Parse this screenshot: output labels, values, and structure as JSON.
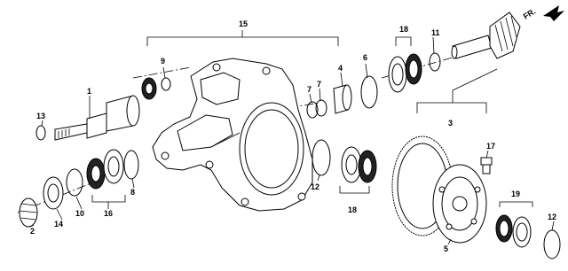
{
  "direction_label": "FR.",
  "parts": [
    {
      "key": "p1",
      "number": "1"
    },
    {
      "key": "p2",
      "number": "2"
    },
    {
      "key": "p3",
      "number": "3"
    },
    {
      "key": "p4",
      "number": "4"
    },
    {
      "key": "p5",
      "number": "5"
    },
    {
      "key": "p6",
      "number": "6"
    },
    {
      "key": "p7a",
      "number": "7"
    },
    {
      "key": "p7b",
      "number": "7"
    },
    {
      "key": "p8",
      "number": "8"
    },
    {
      "key": "p9",
      "number": "9"
    },
    {
      "key": "p10",
      "number": "10"
    },
    {
      "key": "p11",
      "number": "11"
    },
    {
      "key": "p12a",
      "number": "12"
    },
    {
      "key": "p12b",
      "number": "12"
    },
    {
      "key": "p13",
      "number": "13"
    },
    {
      "key": "p14",
      "number": "14"
    },
    {
      "key": "p15",
      "number": "15"
    },
    {
      "key": "p16",
      "number": "16"
    },
    {
      "key": "p17",
      "number": "17"
    },
    {
      "key": "p18a",
      "number": "18"
    },
    {
      "key": "p18b",
      "number": "18"
    },
    {
      "key": "p19",
      "number": "19"
    }
  ]
}
